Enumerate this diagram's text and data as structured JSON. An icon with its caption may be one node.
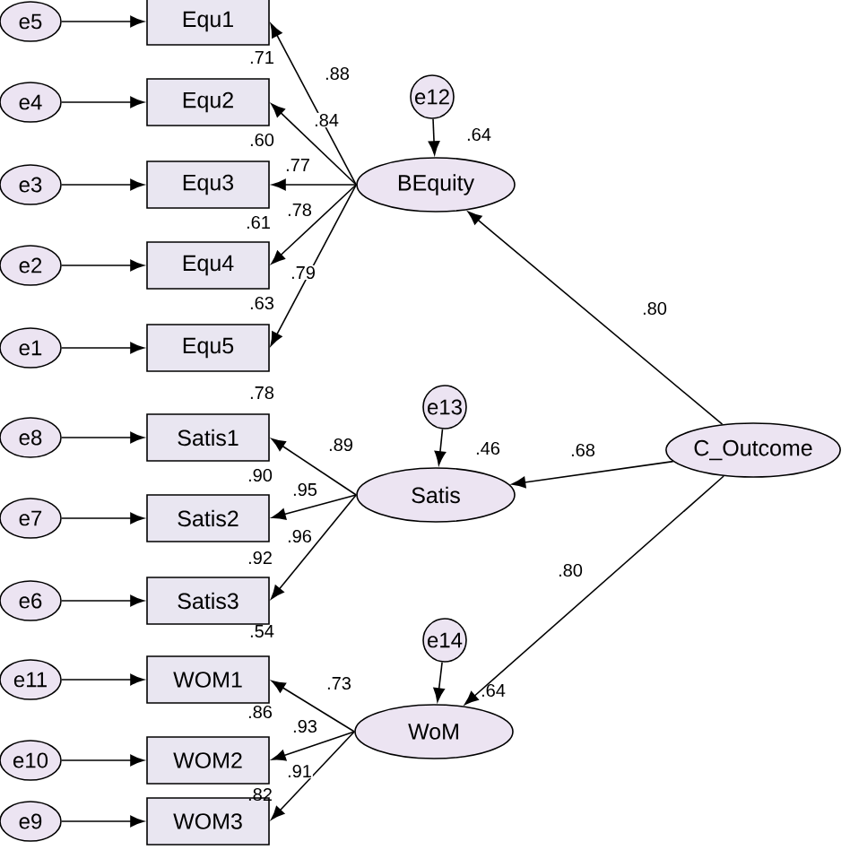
{
  "diagram": {
    "nodes": [
      {
        "text": [
          "e5"
        ]
      },
      {
        "text": [
          "e4"
        ]
      },
      {
        "text": [
          "e3"
        ]
      },
      {
        "text": [
          "e2"
        ]
      },
      {
        "text": [
          "e1"
        ]
      },
      {
        "text": [
          "Equ1"
        ]
      },
      {
        "text": [
          "Equ2"
        ]
      },
      {
        "text": [
          "Equ3"
        ]
      },
      {
        "text": [
          "Equ4"
        ]
      },
      {
        "text": [
          "Equ5"
        ]
      },
      {
        "text": [
          "e12"
        ]
      },
      {
        "text": [
          "BEquity"
        ],
        "beside": [
          ".64"
        ]
      },
      {
        "text": [
          "e8"
        ]
      },
      {
        "text": [
          "e7"
        ]
      },
      {
        "text": [
          "e6"
        ]
      },
      {
        "text": [
          "Satis1"
        ]
      },
      {
        "text": [
          "Satis2"
        ]
      },
      {
        "text": [
          "Satis3"
        ]
      },
      {
        "text": [
          "e13"
        ]
      },
      {
        "text": [
          "Satis"
        ],
        "beside": [
          ".46"
        ]
      },
      {
        "text": [
          "e11"
        ]
      },
      {
        "text": [
          "e10"
        ]
      },
      {
        "text": [
          "e9"
        ]
      },
      {
        "text": [
          "WOM1"
        ]
      },
      {
        "text": [
          "WOM2"
        ]
      },
      {
        "text": [
          "WOM3"
        ]
      },
      {
        "text": [
          "e14"
        ]
      },
      {
        "text": [
          "WoM"
        ],
        "beside": [
          ".64"
        ]
      },
      {
        "text": [
          "C_Outcome"
        ]
      }
    ],
    "edges": [
      {
        "from": 0,
        "to": 5,
        "arrow": "to"
      },
      {
        "from": 1,
        "to": 6,
        "arrow": "to"
      },
      {
        "from": 2,
        "to": 7,
        "arrow": "to"
      },
      {
        "from": 3,
        "to": 8,
        "arrow": "to"
      },
      {
        "from": 4,
        "to": 9,
        "arrow": "to"
      },
      {
        "from": 11,
        "to": 5,
        "arrow": "to",
        "label": ".88"
      },
      {
        "from": 11,
        "to": 6,
        "arrow": "to",
        "label": ".84"
      },
      {
        "from": 11,
        "to": 7,
        "arrow": "to",
        "label": ".77"
      },
      {
        "from": 11,
        "to": 8,
        "arrow": "to",
        "label": ".78"
      },
      {
        "from": 11,
        "to": 9,
        "arrow": "to",
        "label": ".79"
      },
      {
        "from": 10,
        "to": 11,
        "arrow": "to"
      },
      {
        "from": 12,
        "to": 15,
        "arrow": "to"
      },
      {
        "from": 13,
        "to": 16,
        "arrow": "to"
      },
      {
        "from": 14,
        "to": 17,
        "arrow": "to"
      },
      {
        "from": 19,
        "to": 15,
        "arrow": "to",
        "label": ".89"
      },
      {
        "from": 19,
        "to": 16,
        "arrow": "to",
        "label": ".95"
      },
      {
        "from": 19,
        "to": 17,
        "arrow": "to",
        "label": ".96"
      },
      {
        "from": 18,
        "to": 19,
        "arrow": "to"
      },
      {
        "from": 20,
        "to": 23,
        "arrow": "to"
      },
      {
        "from": 21,
        "to": 24,
        "arrow": "to"
      },
      {
        "from": 22,
        "to": 25,
        "arrow": "to"
      },
      {
        "from": 27,
        "to": 23,
        "arrow": "to",
        "label": ".73"
      },
      {
        "from": 27,
        "to": 24,
        "arrow": "to",
        "label": ".93"
      },
      {
        "from": 27,
        "to": 25,
        "arrow": "to",
        "label": ".91"
      },
      {
        "from": 26,
        "to": 27,
        "arrow": "to"
      },
      {
        "from": 28,
        "to": 11,
        "arrow": "to",
        "label": ".80"
      },
      {
        "from": 28,
        "to": 19,
        "arrow": "to",
        "label": ".68"
      },
      {
        "from": 28,
        "to": 27,
        "arrow": "to",
        "label": ".80"
      }
    ],
    "labels": [
      ".71",
      ".60",
      ".61",
      ".63",
      ".78",
      ".90",
      ".92",
      ".54",
      ".86",
      ".82"
    ]
  }
}
